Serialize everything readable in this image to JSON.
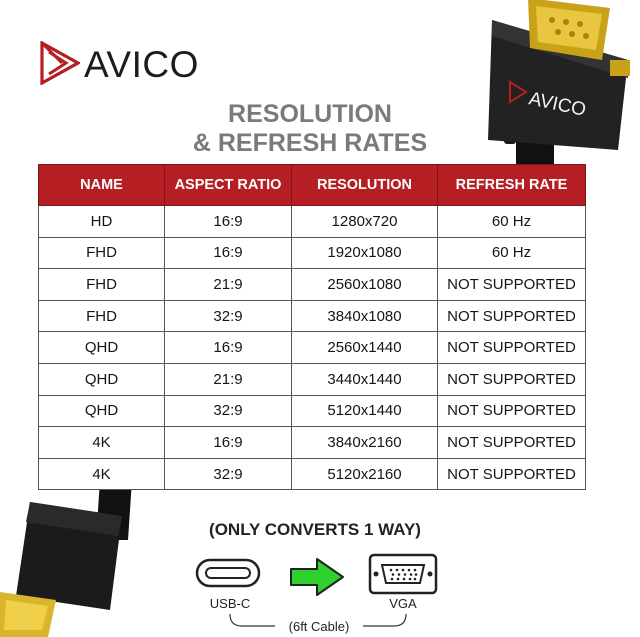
{
  "brand": {
    "name": "AVICO",
    "color": "#b51f23"
  },
  "title": {
    "line1": "RESOLUTION",
    "line2": "& REFRESH RATES"
  },
  "table": {
    "headers": [
      "NAME",
      "ASPECT RATIO",
      "RESOLUTION",
      "REFRESH RATE"
    ],
    "rows": [
      [
        "HD",
        "16:9",
        "1280x720",
        "60 Hz"
      ],
      [
        "FHD",
        "16:9",
        "1920x1080",
        "60 Hz"
      ],
      [
        "FHD",
        "21:9",
        "2560x1080",
        "NOT SUPPORTED"
      ],
      [
        "FHD",
        "32:9",
        "3840x1080",
        "NOT SUPPORTED"
      ],
      [
        "QHD",
        "16:9",
        "2560x1440",
        "NOT SUPPORTED"
      ],
      [
        "QHD",
        "21:9",
        "3440x1440",
        "NOT SUPPORTED"
      ],
      [
        "QHD",
        "32:9",
        "5120x1440",
        "NOT SUPPORTED"
      ],
      [
        "4K",
        "16:9",
        "3840x2160",
        "NOT SUPPORTED"
      ],
      [
        "4K",
        "32:9",
        "5120x2160",
        "NOT SUPPORTED"
      ]
    ]
  },
  "conversion": {
    "note": "(ONLY CONVERTS 1 WAY)",
    "from_label": "USB-C",
    "to_label": "VGA",
    "cable_label": "(6ft Cable)",
    "arrow_color": "#2fd12f",
    "from_icon": "usb-c-port-icon",
    "to_icon": "vga-port-icon"
  }
}
